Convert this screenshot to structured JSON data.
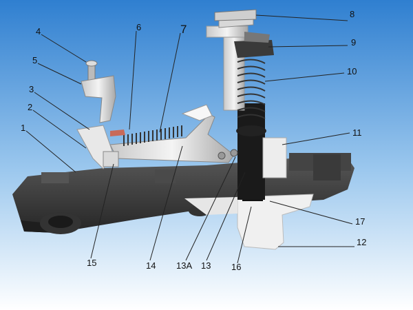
{
  "diagram": {
    "background_top": "#2f7fd0",
    "background_bottom": "#ffffff",
    "labels": [
      "1",
      "2",
      "3",
      "4",
      "5",
      "6",
      "7",
      "8",
      "9",
      "10",
      "11",
      "12",
      "13",
      "13A",
      "14",
      "15",
      "16",
      "17"
    ]
  }
}
